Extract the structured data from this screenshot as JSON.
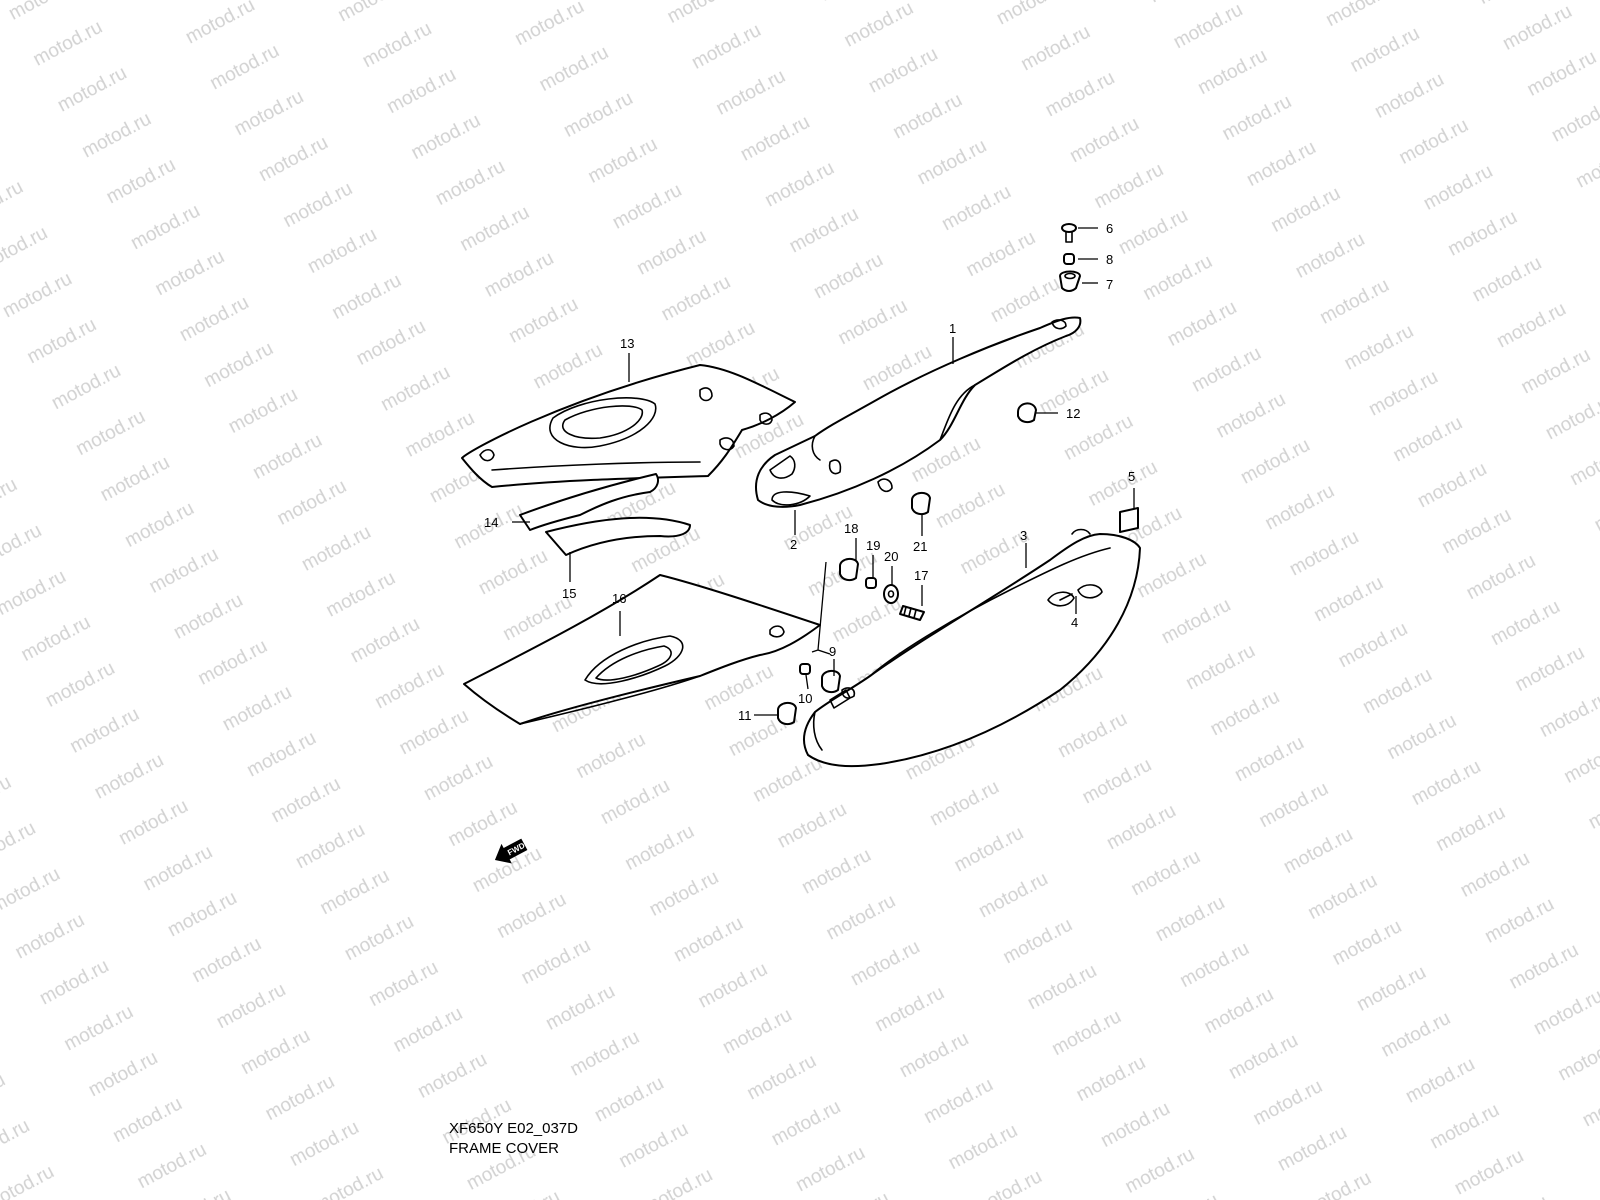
{
  "watermark": {
    "text": "motod.ru",
    "color": "#d2d2d2"
  },
  "diagram": {
    "model_code": "XF650Y E02_037D",
    "title": "FRAME COVER",
    "direction_label": "FWD",
    "callouts": [
      "1",
      "2",
      "3",
      "4",
      "5",
      "6",
      "7",
      "8",
      "9",
      "10",
      "11",
      "12",
      "13",
      "14",
      "15",
      "16",
      "17",
      "18",
      "19",
      "20",
      "21"
    ]
  }
}
